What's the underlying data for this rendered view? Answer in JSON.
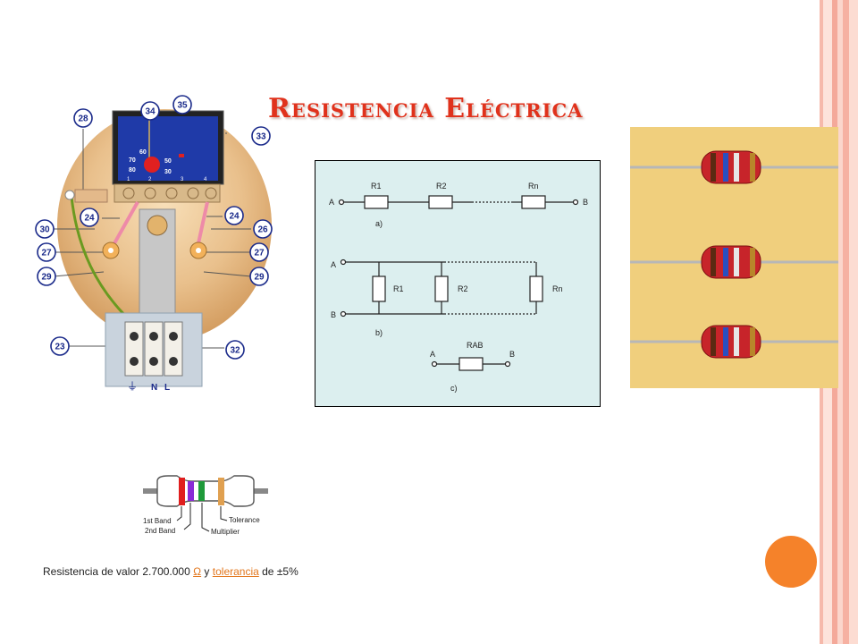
{
  "slide": {
    "title": "Resistencia Eléctrica",
    "caption": {
      "prefix": "Resistencia de valor 2.700.000 ",
      "ohm_link": "Ω",
      "middle": " y ",
      "tolerance_link": "tolerancia",
      "suffix": " de ±5%"
    }
  },
  "thermostat": {
    "callouts": [
      "28",
      "34",
      "35",
      "33",
      "24",
      "24",
      "30",
      "26",
      "27",
      "27",
      "29",
      "29",
      "23",
      "32"
    ],
    "dial_numbers": [
      "60",
      "70",
      "80",
      "50",
      "30"
    ],
    "terminal_numbers": [
      "1",
      "2",
      "3",
      "4"
    ],
    "terminal_labels": [
      "N",
      "L"
    ],
    "ground_symbol": "⏚"
  },
  "circuit": {
    "labels": [
      "A",
      "B",
      "R1",
      "R2",
      "Rn",
      "a)",
      "A",
      "B",
      "R1",
      "R2",
      "Rn",
      "b)",
      "RAB",
      "A",
      "B",
      "c)"
    ]
  },
  "color_code": {
    "labels": [
      "1st Band",
      "2nd Band",
      "Multiplier",
      "Tolerance"
    ],
    "band_colors": [
      "#e01e1e",
      "#8a2bd6",
      "#1f9a3a",
      "#e0a050"
    ]
  },
  "colors": {
    "title": "#e0321c",
    "accent": "#f5822a",
    "stripe_dark": "#f4a99a",
    "stripe_light": "#fbd6cc"
  }
}
